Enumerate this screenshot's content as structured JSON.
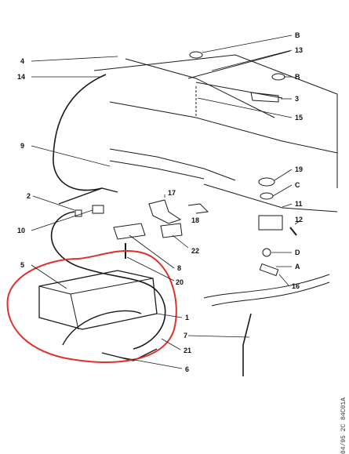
{
  "callouts": {
    "b_top": "B",
    "n13": "13",
    "n4": "4",
    "n14": "14",
    "b_mid": "B",
    "n3": "3",
    "n15": "15",
    "n9": "9",
    "n19": "19",
    "c": "C",
    "n2": "2",
    "n17": "17",
    "n11": "11",
    "n18": "18",
    "n12": "12",
    "n10": "10",
    "n22": "22",
    "d": "D",
    "n8": "8",
    "n5": "5",
    "a": "A",
    "n20": "20",
    "n16": "16",
    "n1": "1",
    "n7": "7",
    "n21": "21",
    "n6": "6"
  },
  "drawing_code": "04/95 2C 84C01A",
  "colors": {
    "ink": "#1a1a1a",
    "highlight": "#e0302a"
  }
}
